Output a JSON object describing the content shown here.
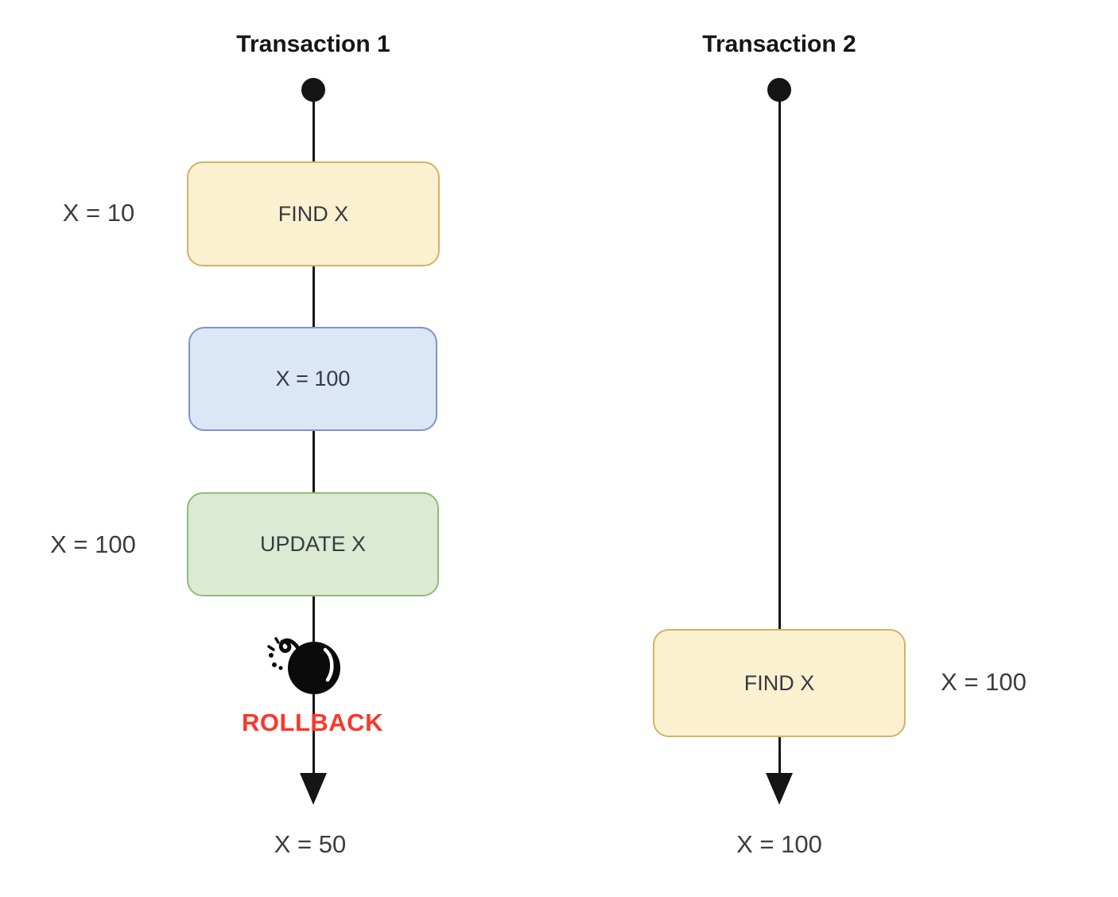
{
  "columns": [
    {
      "title": "Transaction 1",
      "steps": [
        {
          "label": "FIND X",
          "type": "yellow",
          "side_label": "X = 10",
          "side": "left"
        },
        {
          "label": "X = 100",
          "type": "blue"
        },
        {
          "label": "UPDATE X",
          "type": "green",
          "side_label": "X = 100",
          "side": "left"
        }
      ],
      "event": {
        "icon": "bomb-icon",
        "label": "ROLLBACK"
      },
      "result_label": "X = 50"
    },
    {
      "title": "Transaction 2",
      "steps": [
        {
          "label": "FIND X",
          "type": "yellow",
          "side_label": "X = 100",
          "side": "right"
        }
      ],
      "result_label": "X = 100"
    }
  ],
  "colors": {
    "yellow_fill": "#fbf1d1",
    "yellow_stroke": "#d2b360",
    "blue_fill": "#dbe6f6",
    "blue_stroke": "#7d95c9",
    "green_fill": "#dcead3",
    "green_stroke": "#8ebc77",
    "line": "#151515",
    "rollback_red": "#fb372b",
    "box_text": "#363b42",
    "label_text": "#3d3d3d",
    "background": "#ffffff"
  }
}
